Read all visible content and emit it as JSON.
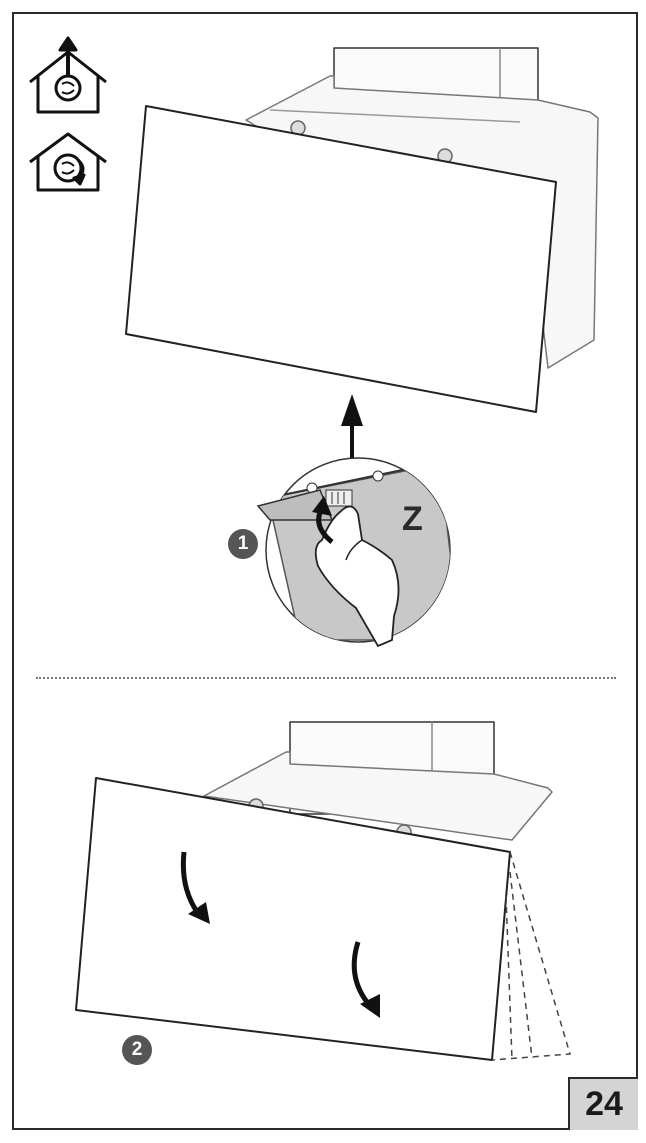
{
  "steps": {
    "step1": "1",
    "step2": "2"
  },
  "detail_label": "Z",
  "page_number": "24",
  "icons": {
    "ducted_mode": "house-exhaust-arrow-icon",
    "recirculation_mode": "house-recirculation-icon"
  },
  "colors": {
    "line": "#2b2b2b",
    "badge": "#555555",
    "detail_fill": "#c8c8c8",
    "page_number_bg": "#d4d4d4"
  }
}
